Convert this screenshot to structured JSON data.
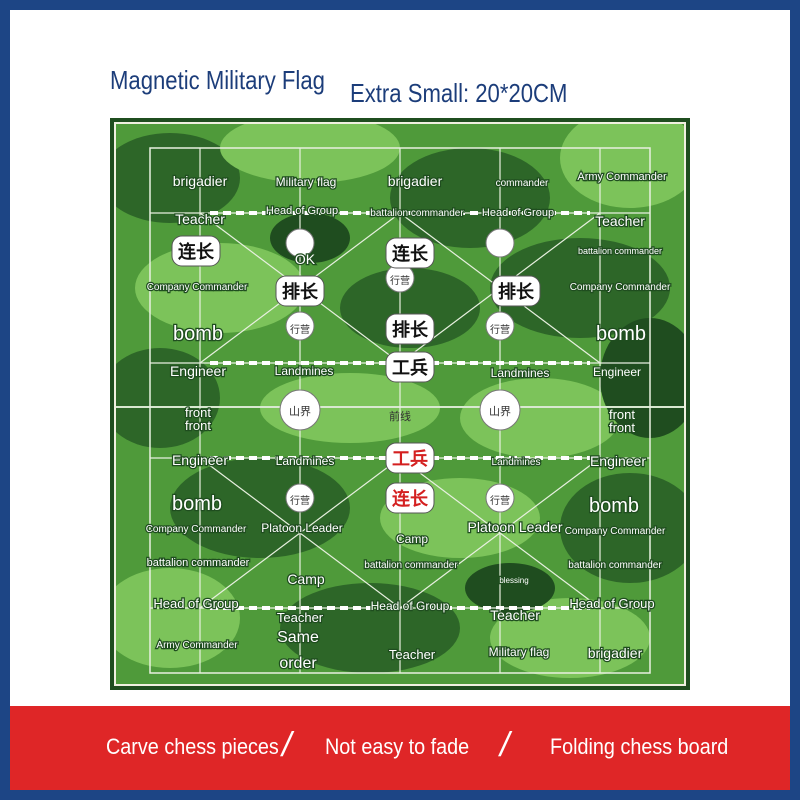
{
  "header": {
    "title": "Magnetic Military Flag",
    "size_label": "Extra Small: 20*20CM"
  },
  "colors": {
    "border": "#1d4585",
    "title": "#1c3d7a",
    "board_dark": "#2f6b2a",
    "board_light": "#6db34c",
    "band": "#df2627"
  },
  "board": {
    "labels": {
      "brigadier_tl": "brigadier",
      "military_flag_t": "Military flag",
      "brigadier_tc": "brigadier",
      "commander_t": "commander",
      "army_commander_t": "Army Commander",
      "teacher_l1": "Teacher",
      "head_group_t1": "Head of Group",
      "battalion_commander_tc": "battalion commander",
      "head_group_t2": "Head of Group",
      "teacher_r1": "Teacher",
      "ok": "OK",
      "battalion_commander_r1": "battalion commander",
      "company_commander_l1": "Company Commander",
      "company_commander_r1": "Company Commander",
      "bomb_l1": "bomb",
      "bomb_r1": "bomb",
      "engineer_l1": "Engineer",
      "landmines_t1": "Landmines",
      "landmines_t2": "Landmines",
      "engineer_r1": "Engineer",
      "front_l1": "front",
      "front_l2": "front",
      "front_r1": "front",
      "front_r2": "front",
      "engineer_l2": "Engineer",
      "landmines_b1": "Landmines",
      "landmines_b2": "Landmines",
      "engineer_r2": "Engineer",
      "bomb_l2": "bomb",
      "bomb_r2": "bomb",
      "company_commander_l2": "Company Commander",
      "platoon_leader_l": "Platoon Leader",
      "camp_c": "Camp",
      "platoon_leader_r": "Platoon Leader",
      "company_commander_r2": "Company Commander",
      "battalion_commander_l2": "battalion commander",
      "battalion_commander_c2": "battalion commander",
      "blessing": "blessing",
      "battalion_commander_r2": "battalion commander",
      "camp_l": "Camp",
      "head_group_b1": "Head of Group",
      "teacher_b1": "Teacher",
      "head_group_b2": "Head of Group",
      "teacher_b2": "Teacher",
      "head_group_b3": "Head of Group",
      "same": "Same",
      "order": "order",
      "army_commander_b": "Army Commander",
      "teacher_b3": "Teacher",
      "military_flag_b": "Military flag",
      "brigadier_b": "brigadier"
    },
    "pieces": {
      "top_left": "连长",
      "top_center": "连长",
      "paizhang_1": "排长",
      "paizhang_2": "排长",
      "paizhang_3": "排长",
      "gongbing_top": "工兵",
      "gongbing_bottom": "工兵",
      "lianzhang_bottom": "连长"
    },
    "camps": {
      "xingying": "行营",
      "shanjie": "山界",
      "qianxian": "前线"
    }
  },
  "features": {
    "item1": "Carve chess pieces",
    "item2": "Not easy to fade",
    "item3": "Folding chess board",
    "separator": "/"
  }
}
